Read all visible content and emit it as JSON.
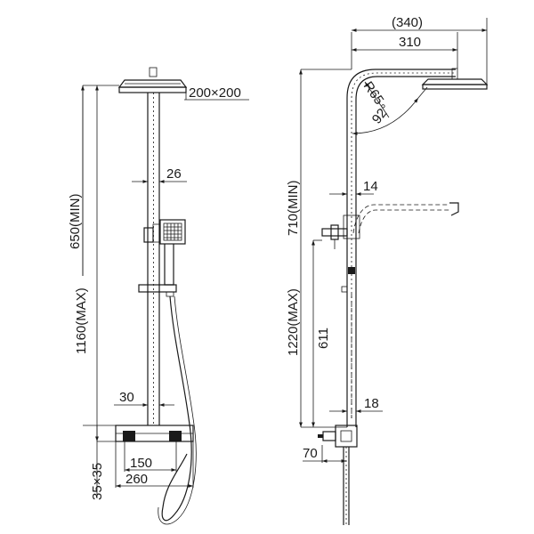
{
  "front_view": {
    "head_size": "200×200",
    "pipe_diameter": "26",
    "min_height": "650(MIN)",
    "max_height": "1160(MAX)",
    "rail_diameter": "30",
    "body_section": "35×35",
    "mount_center": "150",
    "body_width": "260"
  },
  "side_view": {
    "max_reach": "(340)",
    "arm_reach": "310",
    "bend_radius": "R65",
    "bend_angle": "92°",
    "spout_diameter": "14",
    "min_height": "710(MIN)",
    "max_height": "1220(MAX)",
    "diverter_height": "611",
    "pipe_diameter": "18",
    "wall_offset": "70"
  }
}
